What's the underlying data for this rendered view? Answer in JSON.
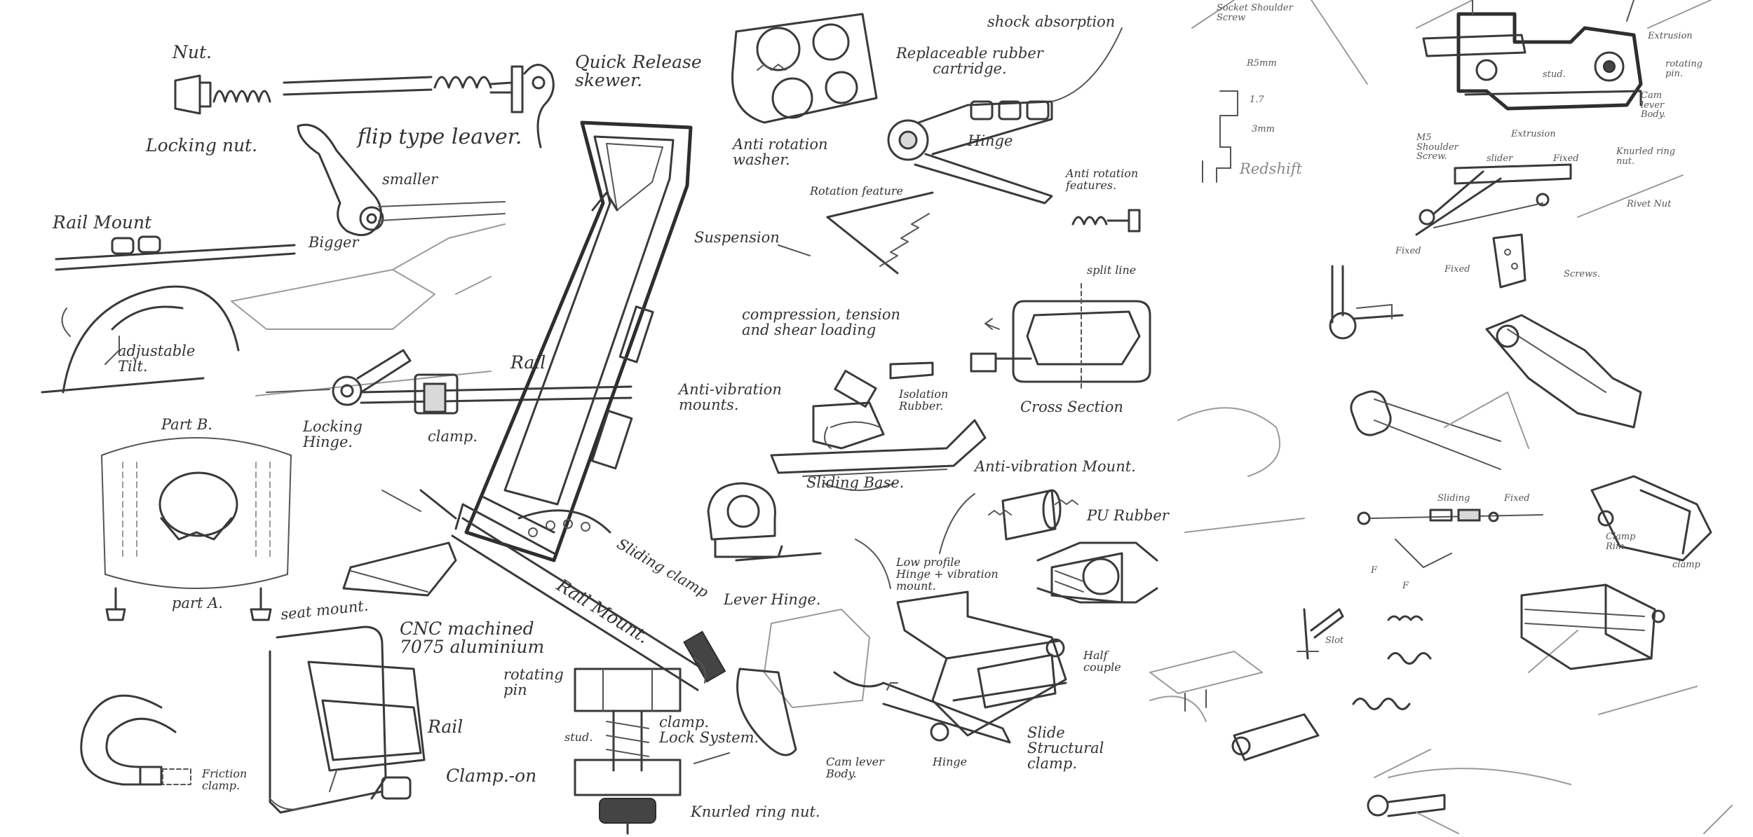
{
  "labels": {
    "nut": "Nut.",
    "quick_release_skewer": "Quick Release\nskewer.",
    "locking_nut": "Locking nut.",
    "flip_type_leaver": "flip type leaver.",
    "smaller": "smaller",
    "bigger": "Bigger",
    "rail_mount_top": "Rail Mount",
    "adjustable_tilt": "adjustable\nTilt.",
    "rail_left": "Rail",
    "locking_hinge": "Locking\nHinge.",
    "clamp_left": "clamp.",
    "part_b": "Part B.",
    "part_a": "part A.",
    "seat_mount": "seat mount.",
    "cnc_machined": "CNC machined\n7075 aluminium",
    "rail_bottom": "Rail",
    "friction_clamp": "Friction\nclamp.",
    "clamp_on": "Clamp.-on",
    "rotating_pin_left": "rotating\npin",
    "clamp_lock": "clamp.\nLock System.",
    "stud_left": "stud.",
    "knurled_ring_nut": "Knurled ring nut.",
    "sliding_clamp": "Sliding clamp",
    "rail_mount_diag": "Rail Mount.",
    "shock_absorption": "shock absorption",
    "replaceable_rubber": "Replaceable rubber\ncartridge.",
    "anti_rotation_washer": "Anti rotation\nwasher.",
    "hinge_top": "Hinge",
    "anti_rotation_features": "Anti rotation\nfeatures.",
    "rotation_feature": "Rotation feature",
    "suspension": "Suspension",
    "split_line": "split line",
    "compression": "compression, tension\nand shear loading",
    "anti_vibration_mounts": "Anti-vibration\nmounts.",
    "isolation_rubber": "Isolation\nRubber.",
    "cross_section": "Cross Section",
    "sliding_base": "Sliding Base.",
    "anti_vibration_mount": "Anti-vibration Mount.",
    "pu_rubber": "PU Rubber",
    "lever_hinge": "Lever Hinge.",
    "low_profile": "Low profile\nHinge + vibration\nmount.",
    "half_couple": "Half\ncouple",
    "slide_structural": "Slide\nStructural\nclamp.",
    "cam_lever_body": "Cam lever\nBody.",
    "hinge_bottom": "Hinge",
    "socket_shoulder": "Socket Shoulder\nScrew",
    "r5mm": "R5mm",
    "dim_17": "1.7",
    "dim_3mm": "3mm",
    "redshift": "Redshift",
    "extrusion_right": "Extrusion",
    "rotating_pin_right": "rotating\npin.",
    "stud_right": "stud.",
    "cam_lever_body_right": "Cam\nlever\nBody.",
    "extrusion_mid": "Extrusion",
    "m5_shoulder": "M5\nShoulder\nScrew.",
    "slider_top": "slider",
    "fixed_top": "Fixed",
    "knurled_ring_nut_right": "Knurled ring\nnut.",
    "rivet_nut": "Rivet Nut",
    "fixed_left": "Fixed",
    "fixed_bottom": "Fixed",
    "screws": "Screws.",
    "sliding_mid": "Sliding",
    "fixed_mid": "Fixed",
    "clamp_rim": "Clamp\nRim.",
    "clamp_right": "clamp",
    "f1": "F",
    "f2": "F",
    "slot": "Slot"
  },
  "style": {
    "background": "#ffffff",
    "ink": "#3a3a3a",
    "ink_faint": "#9a9a9a"
  }
}
